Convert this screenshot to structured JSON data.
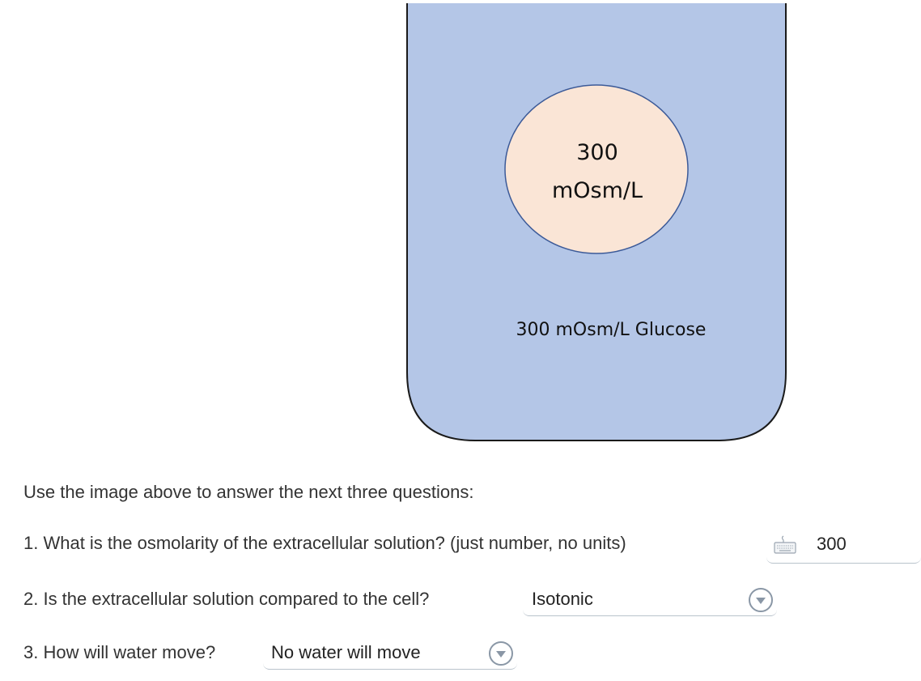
{
  "diagram": {
    "cell_value": "300",
    "cell_unit": "mOsm/L",
    "solution_label": "300 mOsm/L Glucose",
    "colors": {
      "beaker_fill": "#b4c6e7",
      "beaker_stroke": "#1a1a1a",
      "cell_fill": "#fae5d6",
      "cell_stroke": "#3c5a98"
    }
  },
  "instructions": "Use the image above to answer the next three questions:",
  "questions": [
    {
      "text": "1. What is the osmolarity of the extracellular solution? (just number, no units)",
      "answer": "300",
      "input_type": "text",
      "icon": "keyboard-icon"
    },
    {
      "text": "2. Is the extracellular solution  compared to the cell?",
      "answer": "Isotonic",
      "input_type": "select",
      "icon": "dropdown-arrow-icon"
    },
    {
      "text": "3. How will water move?",
      "answer": "No water will move",
      "input_type": "select",
      "icon": "dropdown-arrow-icon"
    }
  ],
  "accent_color": "#8a97a6"
}
